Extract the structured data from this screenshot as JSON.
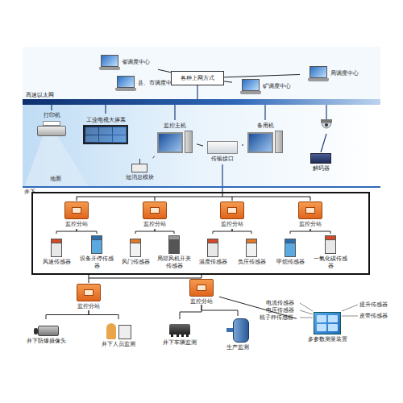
{
  "diagram": {
    "nodes": [
      {
        "text": [
          "省调度中心"
        ]
      },
      {
        "text": [
          "县、市调度中心"
        ]
      },
      {
        "text": [
          "各种上网方式"
        ]
      },
      {
        "text": [
          "矿调度中心"
        ]
      },
      {
        "text": [
          "局调度中心"
        ]
      },
      {
        "text": [
          "打印机"
        ]
      },
      {
        "text": [
          "工业电视大屏幕"
        ]
      },
      {
        "text": [
          "监控主机"
        ]
      },
      {
        "text": [
          "备用机"
        ]
      },
      {
        "text": [
          "短消息模块"
        ]
      },
      {
        "text": [
          "传输接口"
        ]
      },
      {
        "text": [
          "解码器"
        ]
      },
      {
        "text": [
          "监控分站"
        ]
      },
      {
        "text": [
          "监控分站"
        ]
      },
      {
        "text": [
          "监控分站"
        ]
      },
      {
        "text": [
          "监控分站"
        ]
      },
      {
        "text": [
          "风速传感器"
        ]
      },
      {
        "text": [
          "设备开停传感器"
        ]
      },
      {
        "text": [
          "风门传感器"
        ]
      },
      {
        "text": [
          "局部风机开关传感器"
        ]
      },
      {
        "text": [
          "温度传感器"
        ]
      },
      {
        "text": [
          "负压传感器"
        ]
      },
      {
        "text": [
          "甲烷传感器"
        ]
      },
      {
        "text": [
          "一氧化碳传感器"
        ]
      },
      {
        "text": [
          "监控分站"
        ]
      },
      {
        "text": [
          "监控分站"
        ]
      },
      {
        "text": [
          "井下防爆摄像头"
        ]
      },
      {
        "text": [
          "井下人员监测"
        ]
      },
      {
        "text": [
          "井下车辆监测"
        ]
      },
      {
        "text": [
          "生产监测"
        ]
      },
      {
        "text": [
          "多参数测量装置"
        ]
      }
    ],
    "edges": [
      {
        "from": 0,
        "to": 2,
        "arrow": "none"
      },
      {
        "from": 1,
        "to": 2,
        "arrow": "none"
      },
      {
        "from": 3,
        "to": 2,
        "arrow": "none"
      },
      {
        "from": 4,
        "to": 2,
        "arrow": "none"
      },
      {
        "from": 7,
        "to": 10,
        "arrow": "none"
      },
      {
        "from": 8,
        "to": 10,
        "arrow": "none"
      },
      {
        "from": 7,
        "to": 9,
        "arrow": "none"
      },
      {
        "from": 12,
        "to": 16,
        "arrow": "none"
      },
      {
        "from": 12,
        "to": 17,
        "arrow": "none"
      },
      {
        "from": 13,
        "to": 18,
        "arrow": "none"
      },
      {
        "from": 13,
        "to": 19,
        "arrow": "none"
      },
      {
        "from": 14,
        "to": 20,
        "arrow": "none"
      },
      {
        "from": 14,
        "to": 21,
        "arrow": "none"
      },
      {
        "from": 15,
        "to": 22,
        "arrow": "none"
      },
      {
        "from": 15,
        "to": 23,
        "arrow": "none"
      },
      {
        "from": 24,
        "to": 26,
        "arrow": "none"
      },
      {
        "from": 24,
        "to": 27,
        "arrow": "none"
      },
      {
        "from": 25,
        "to": 28,
        "arrow": "none"
      },
      {
        "from": 25,
        "to": 29,
        "arrow": "none"
      },
      {
        "from": 25,
        "to": 30,
        "arrow": "none"
      }
    ],
    "labels": [
      "高速以太网",
      "地面",
      "井下",
      "电流传感器",
      "电压传感器",
      "核子秤传感器",
      "提升传感器",
      "皮带传感器"
    ]
  }
}
